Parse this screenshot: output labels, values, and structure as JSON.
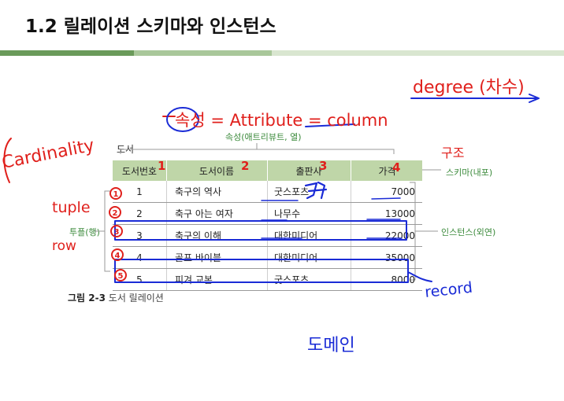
{
  "slide": {
    "title": "1.2 릴레이션 스키마와 인스턴스"
  },
  "figure": {
    "relation_name": "도서",
    "attribute_label": "속성(애트리뷰트, 열)",
    "schema_label": "스키마(내포)",
    "instance_label": "인스턴스(외연)",
    "tuple_label": "투플(행)",
    "caption_number": "그림 2-3",
    "caption_text": "도서 릴레이션",
    "headers": [
      "도서번호",
      "도서이름",
      "출판사",
      "가격"
    ],
    "rows": [
      [
        "1",
        "축구의 역사",
        "굿스포츠",
        "7000"
      ],
      [
        "2",
        "축구 아는 여자",
        "나무수",
        "13000"
      ],
      [
        "3",
        "축구의 이해",
        "대한미디어",
        "22000"
      ],
      [
        "4",
        "골프 바이블",
        "대한미디어",
        "35000"
      ],
      [
        "5",
        "피겨 교본",
        "굿스포츠",
        "8000"
      ]
    ]
  },
  "annotations": {
    "degree": "degree (차수)",
    "attribute_eq": "속성 = Attribute = column",
    "cardinality": "Cardinality",
    "tuple": "tuple",
    "row": "row",
    "record": "record",
    "structure": "구조",
    "column_numbers": [
      "1",
      "2",
      "3",
      "4"
    ],
    "row_numbers": [
      "1",
      "2",
      "3",
      "4",
      "5"
    ],
    "bottom_note": "도메인",
    "ink_red": "#e0201c",
    "ink_blue": "#1a2bd6"
  }
}
